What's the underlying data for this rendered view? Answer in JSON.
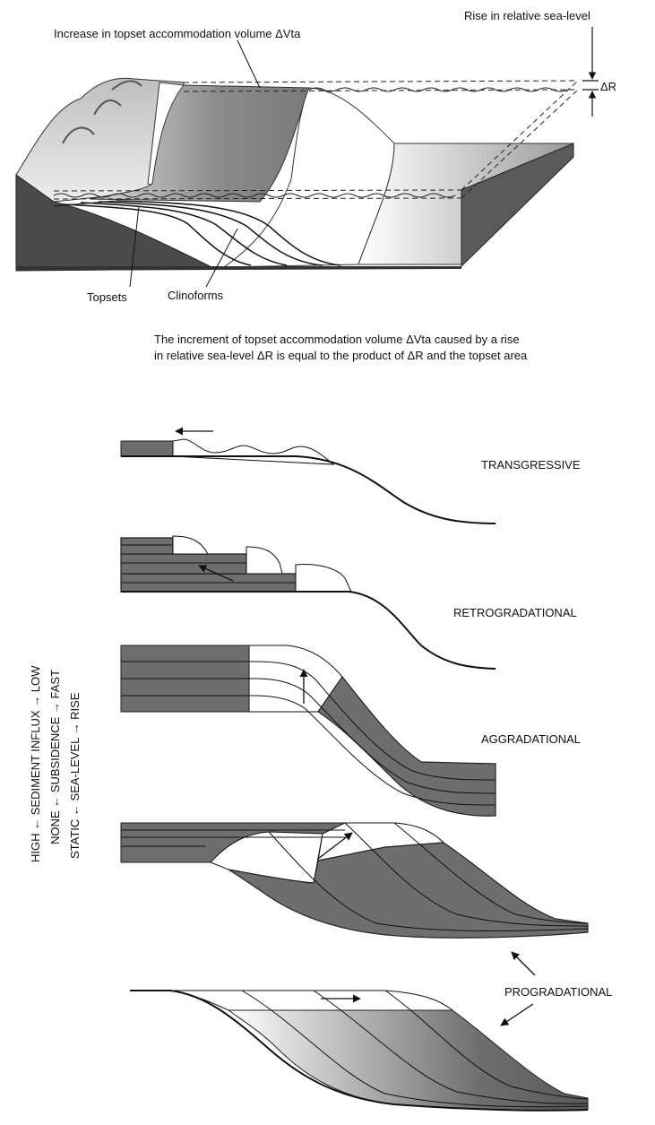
{
  "block_diagram": {
    "label_rise": "Rise in relative sea-level",
    "label_delta_r": "ΔR",
    "label_topset_volume": "Increase in topset accommodation volume ΔVta",
    "label_topsets": "Topsets",
    "label_clinoforms": "Clinoforms",
    "caption_line1": "The increment of topset accommodation volume ΔVta caused by a rise",
    "caption_line2": "in relative sea-level ΔR is equal to the product of ΔR and the topset area"
  },
  "stacking_patterns": {
    "transgressive": "TRANSGRESSIVE",
    "retrogradational": "RETROGRADATIONAL",
    "aggradational": "AGGRADATIONAL",
    "progradational": "PROGRADATIONAL"
  },
  "vertical_labels": {
    "line1": "HIGH ←  SEDIMENT INFLUX  → LOW",
    "line2": "NONE ←  SUBSIDENCE  → FAST",
    "line3": "STATIC ←  SEA-LEVEL  → RISE"
  },
  "colors": {
    "shade_dark": "#6e6e6e",
    "shade_darker": "#4a4a4a",
    "line": "#111111"
  }
}
